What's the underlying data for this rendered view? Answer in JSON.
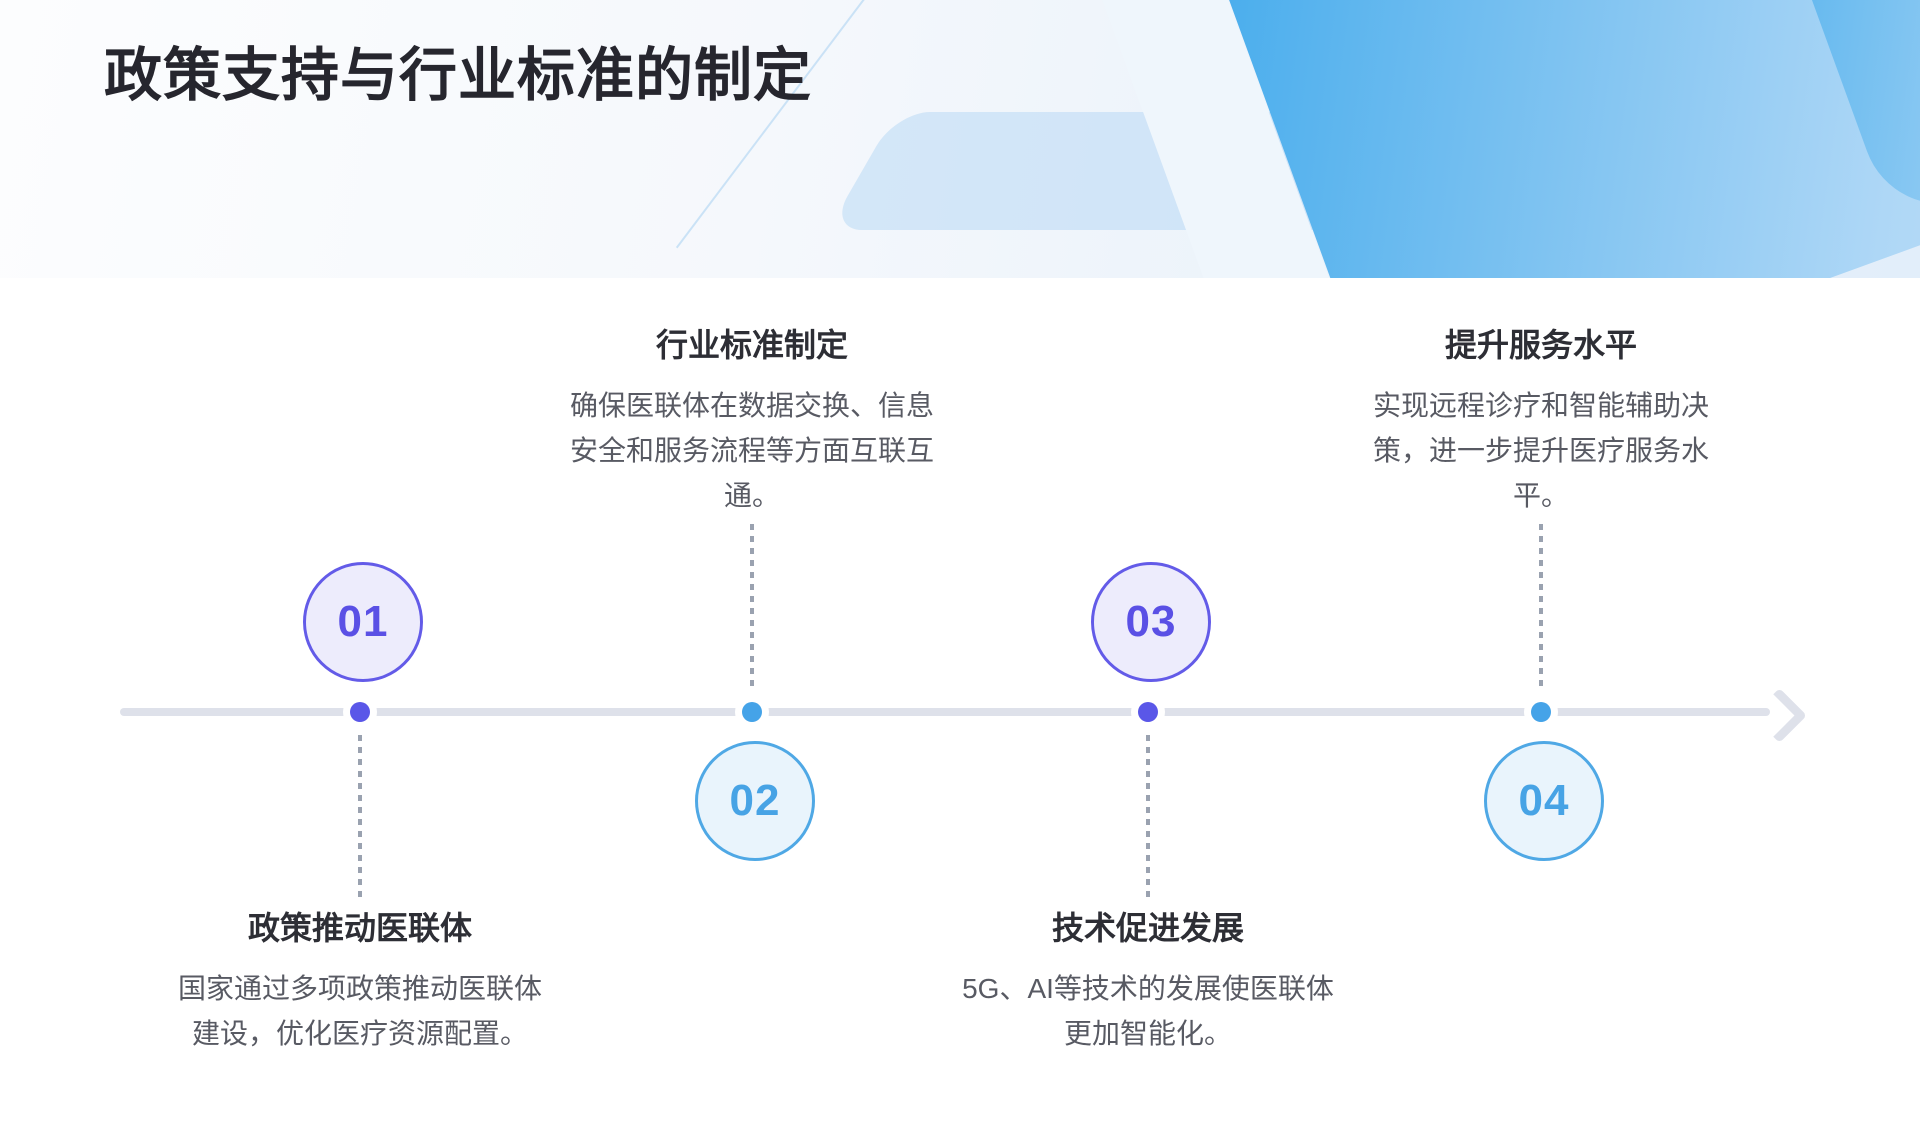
{
  "slide": {
    "title": "政策支持与行业标准的制定"
  },
  "timeline": {
    "items": [
      {
        "number": "01",
        "heading": "政策推动医联体",
        "body": "国家通过多项政策推动医联体\n建设，优化医疗资源配置。",
        "text_position": "bottom",
        "accent": "purple"
      },
      {
        "number": "02",
        "heading": "行业标准制定",
        "body": "确保医联体在数据交换、信息\n安全和服务流程等方面互联互\n通。",
        "text_position": "top",
        "accent": "blue"
      },
      {
        "number": "03",
        "heading": "技术促进发展",
        "body": "5G、AI等技术的发展使医联体\n更加智能化。",
        "text_position": "bottom",
        "accent": "purple"
      },
      {
        "number": "04",
        "heading": "提升服务水平",
        "body": "实现远程诊疗和智能辅助决\n策，进一步提升医疗服务水\n平。",
        "text_position": "top",
        "accent": "blue"
      }
    ],
    "colors": {
      "purple_border": "#635be8",
      "purple_fill": "#edecfc",
      "purple_text": "#5a50e5",
      "blue_border": "#4fa8e5",
      "blue_fill": "#e9f4fc",
      "blue_text": "#47a3e5",
      "axis": "#dee1ea",
      "connector": "#9aa2b0",
      "heading_text": "#2d2e35",
      "body_text": "#585a63"
    }
  }
}
